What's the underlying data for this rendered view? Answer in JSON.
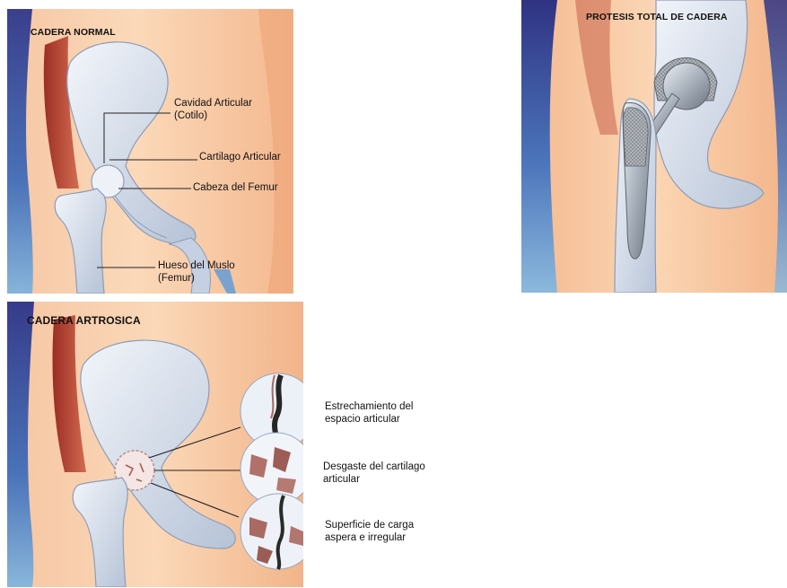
{
  "normal": {
    "title": "CADERA NORMAL",
    "labels": [
      {
        "line1": "Cavidad Articular",
        "line2": "(Cotilo)"
      },
      {
        "line1": "Cartilago Articular",
        "line2": ""
      },
      {
        "line1": "Cabeza del Femur",
        "line2": ""
      },
      {
        "line1": "Hueso del Muslo",
        "line2": "(Femur)"
      }
    ]
  },
  "protesis": {
    "title": "PROTESIS TOTAL DE CADERA"
  },
  "artrosica": {
    "title": "CADERA ARTROSICA",
    "labels": [
      {
        "line1": "Estrechamiento del",
        "line2": "espacio articular"
      },
      {
        "line1": "Desgaste del cartilago",
        "line2": "articular"
      },
      {
        "line1": "Superficie de carga",
        "line2": "aspera e irregular"
      }
    ]
  }
}
